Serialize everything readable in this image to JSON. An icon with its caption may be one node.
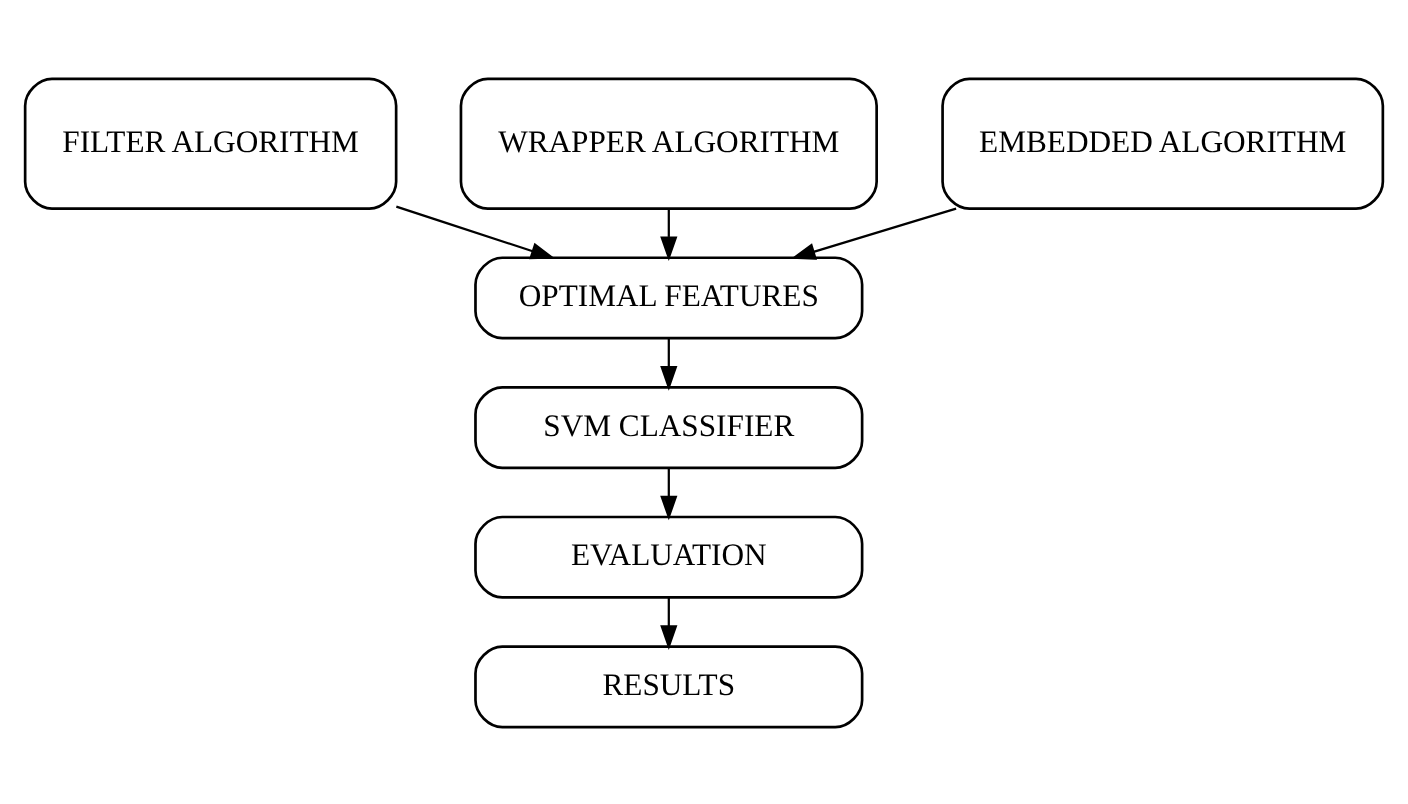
{
  "diagram": {
    "nodes": [
      {
        "text": [
          "FILTER ALGORITHM"
        ]
      },
      {
        "text": [
          "WRAPPER ALGORITHM"
        ]
      },
      {
        "text": [
          "EMBEDDED ALGORITHM"
        ]
      },
      {
        "text": [
          "OPTIMAL FEATURES"
        ]
      },
      {
        "text": [
          "SVM CLASSIFIER"
        ]
      },
      {
        "text": [
          "EVALUATION"
        ]
      },
      {
        "text": [
          "RESULTS"
        ]
      }
    ],
    "edges": [
      {
        "from": 0,
        "to": 3,
        "arrow": "to"
      },
      {
        "from": 1,
        "to": 3,
        "arrow": "to"
      },
      {
        "from": 2,
        "to": 3,
        "arrow": "to"
      },
      {
        "from": 3,
        "to": 4,
        "arrow": "to"
      },
      {
        "from": 4,
        "to": 5,
        "arrow": "to"
      },
      {
        "from": 5,
        "to": 6,
        "arrow": "to"
      }
    ]
  }
}
